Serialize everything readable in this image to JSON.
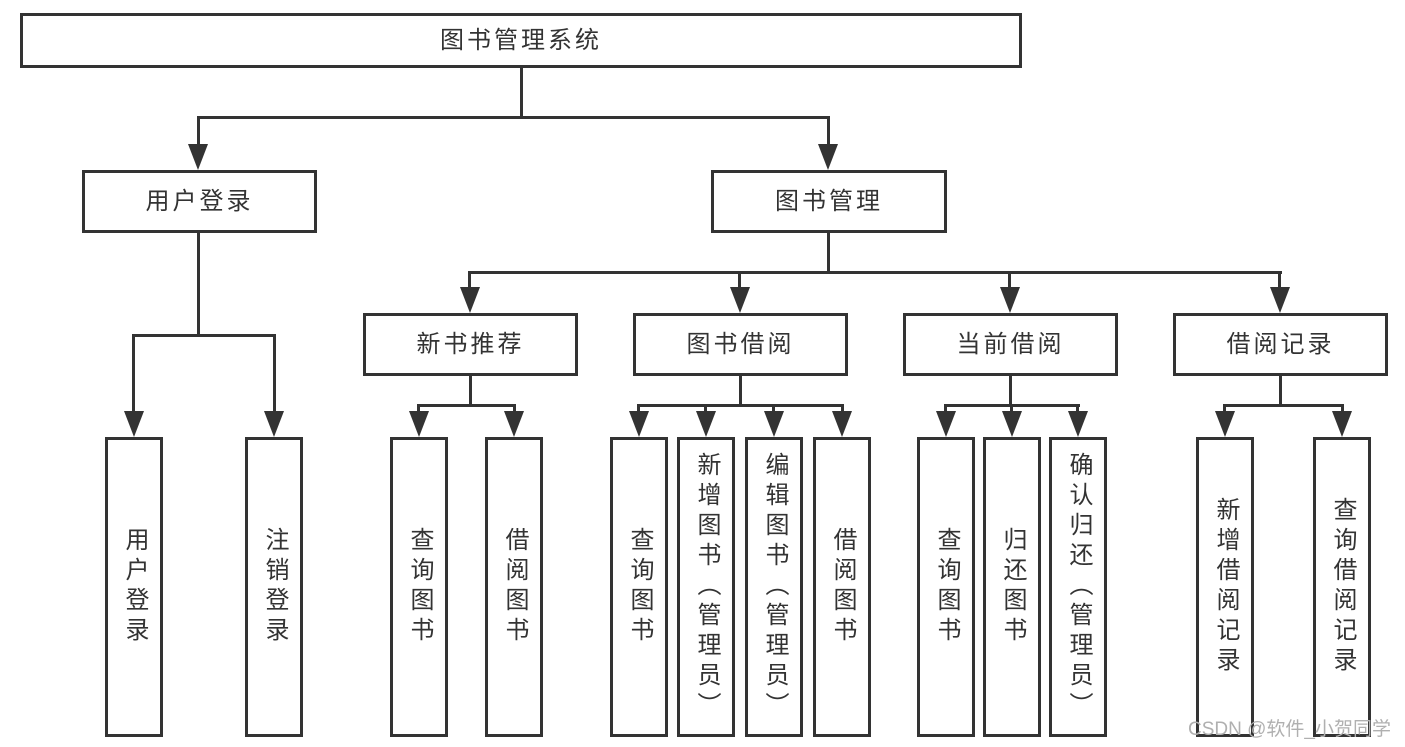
{
  "title": {
    "label": "图书管理系统"
  },
  "level2": {
    "user_login": "用户登录",
    "book_management": "图书管理"
  },
  "level3": {
    "new_book_recommend": "新书推荐",
    "book_borrow": "图书借阅",
    "current_borrow": "当前借阅",
    "borrow_record": "借阅记录"
  },
  "leaves": {
    "user_login": "用户登录",
    "logout": "注销登录",
    "recommend_query_book": "查询图书",
    "recommend_borrow_book": "借阅图书",
    "borrow_query_book": "查询图书",
    "borrow_add_book": "新增图书（管理员）",
    "borrow_edit_book": "编辑图书（管理员）",
    "borrow_borrow_book": "借阅图书",
    "current_query_book": "查询图书",
    "current_return_book": "归还图书",
    "current_confirm_return": "确认归还（管理员）",
    "record_add_record": "新增借阅记录",
    "record_query_record": "查询借阅记录"
  },
  "watermark": "CSDN @软件_小贺同学",
  "colors": {
    "line": "#333333",
    "box_background": "#ffffff",
    "text": "#333333",
    "watermark": "#b0b0b0"
  }
}
